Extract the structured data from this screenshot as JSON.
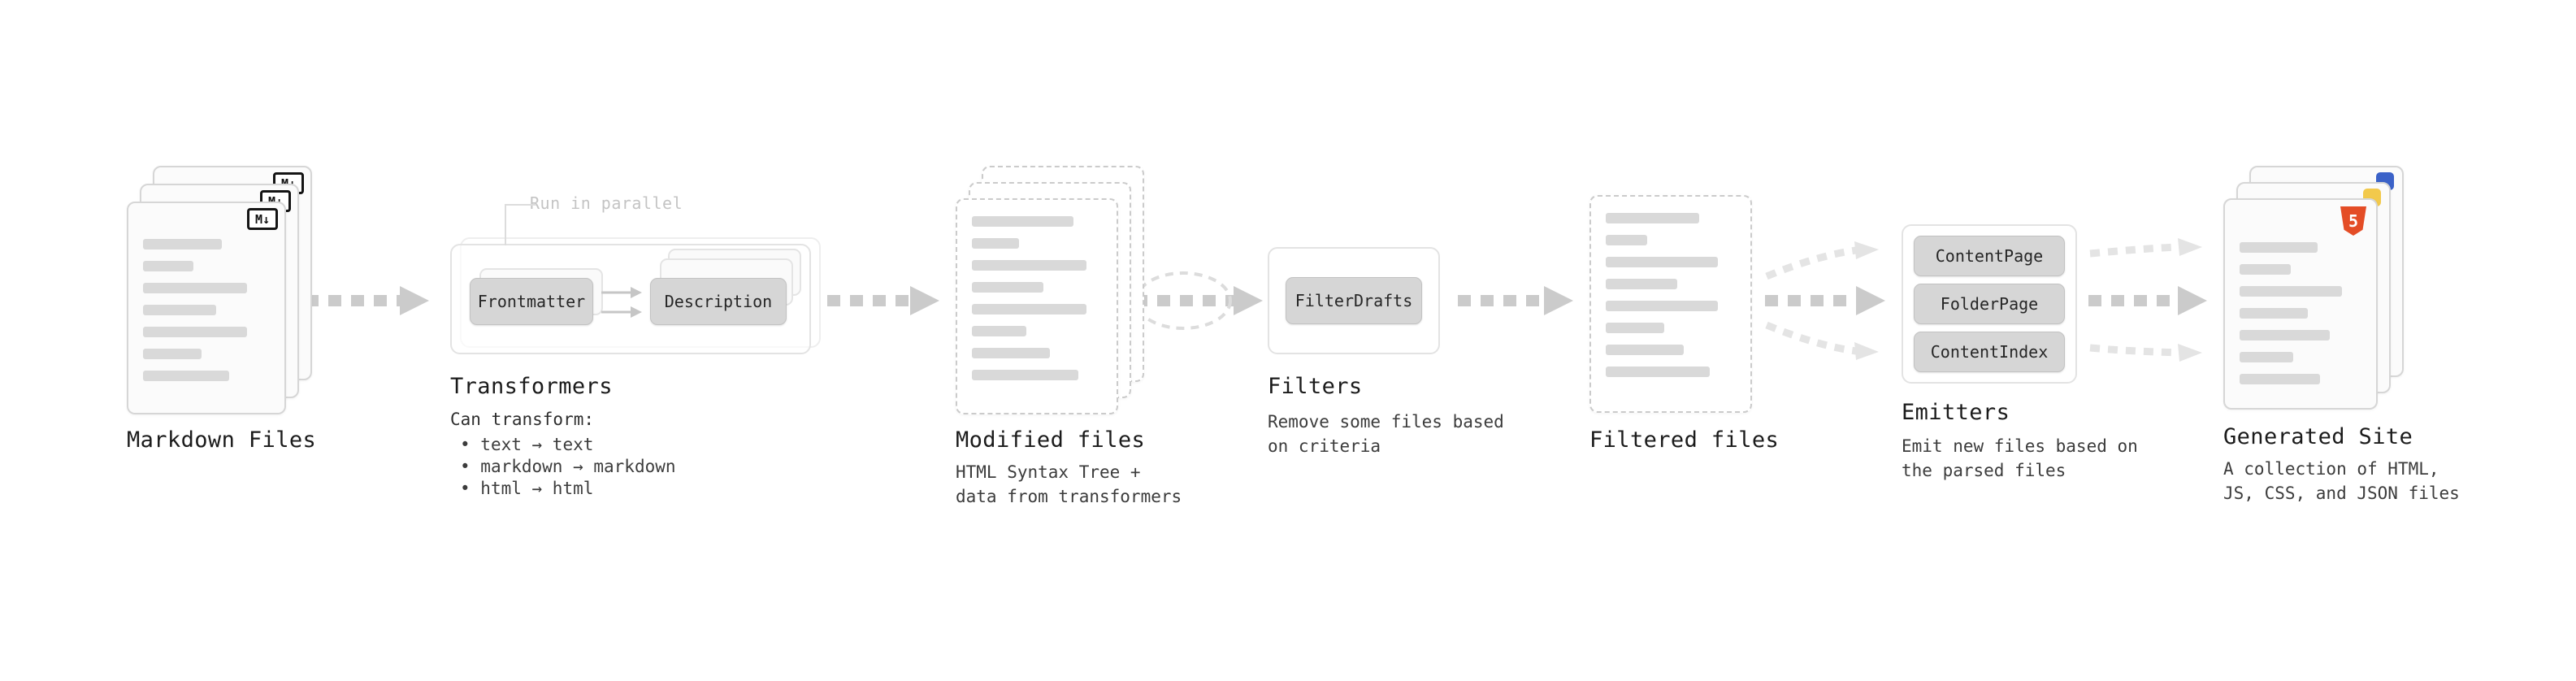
{
  "stages": {
    "markdown_files": {
      "title": "Markdown Files",
      "badge_glyph": "M↓"
    },
    "transformers": {
      "title": "Transformers",
      "parallel_label": "Run in parallel",
      "buttons": [
        "Frontmatter",
        "Description"
      ],
      "caption_heading": "Can transform:",
      "bullets": [
        "text → text",
        "markdown → markdown",
        "html → html"
      ]
    },
    "modified_files": {
      "title": "Modified files",
      "caption": "HTML Syntax Tree +\ndata from transformers"
    },
    "filters": {
      "title": "Filters",
      "buttons": [
        "FilterDrafts"
      ],
      "caption": "Remove some files based\non criteria"
    },
    "filtered_files": {
      "title": "Filtered files"
    },
    "emitters": {
      "title": "Emitters",
      "buttons": [
        "ContentPage",
        "FolderPage",
        "ContentIndex"
      ],
      "caption": "Emit new files based on\nthe parsed files"
    },
    "generated_site": {
      "title": "Generated Site",
      "badge_glyph": "5",
      "caption": "A collection of HTML,\nJS, CSS, and JSON files"
    }
  },
  "colors": {
    "arrow_gray": "#cbcbcb",
    "arrow_light_gray": "#e4e4e4",
    "placeholder_bar": "#d9d9d9",
    "chip_fill": "#d6d6d6",
    "html5_orange": "#e44d26",
    "badge_blue": "#3b62c8",
    "badge_yellow": "#f2c94c"
  }
}
